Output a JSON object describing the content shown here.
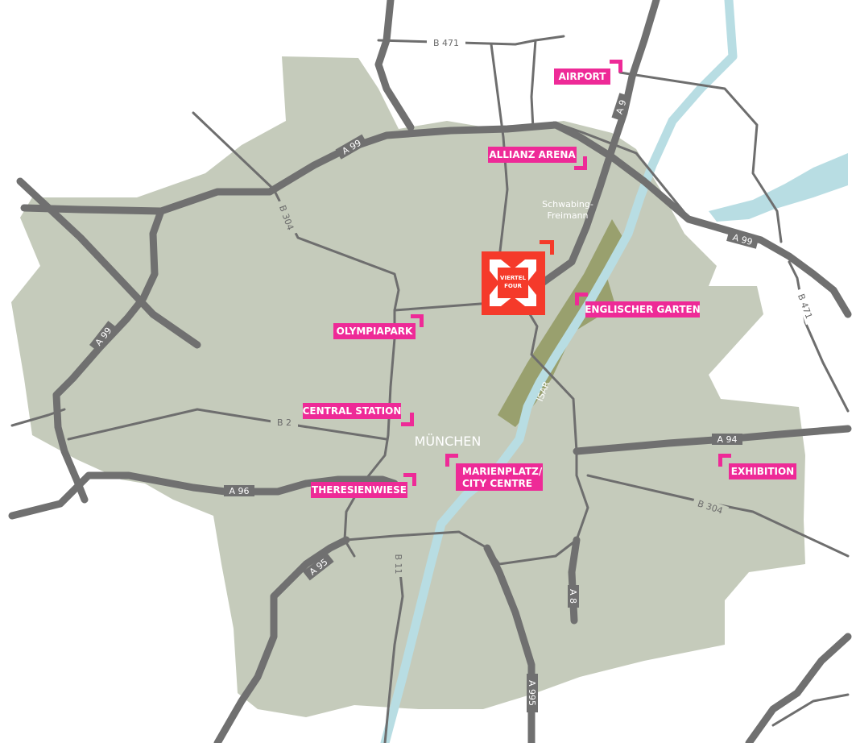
{
  "colors": {
    "city_area": "#c5cbbb",
    "park": "#99a06e",
    "river": "#b8dde3",
    "road_major": "#707070",
    "road_minor": "#6e6e6e",
    "poi": "#ee2a97",
    "logo": "#f53a2a"
  },
  "city_label": "MÜNCHEN",
  "river_label": "ISAR",
  "district_label": {
    "line1": "Schwabing-",
    "line2": "Freimann"
  },
  "logo": {
    "line1": "VIERTEL",
    "line2": "FOUR"
  },
  "pois": {
    "airport": "AIRPORT",
    "allianz_arena": "ALLIANZ ARENA",
    "englischer_garten": "ENGLISCHER GARTEN",
    "olympiapark": "OLYMPIAPARK",
    "central_station": "CENTRAL STATION",
    "marienplatz_line1": "MARIENPLATZ/",
    "marienplatz_line2": "CITY CENTRE",
    "theresienwiese": "THERESIENWIESE",
    "exhibition": "EXHIBITION"
  },
  "roads": {
    "b471_top": "B 471",
    "a9": "A 9",
    "a99_north": "A 99",
    "b304_west": "B 304",
    "a99_east": "A 99",
    "b471_east": "B 471",
    "a99_west": "A 99",
    "b2": "B 2",
    "a94": "A 94",
    "a96": "A 96",
    "b304_east": "B 304",
    "a95": "A 95",
    "b11": "B 11",
    "a8": "A 8",
    "a995": "A 995"
  }
}
